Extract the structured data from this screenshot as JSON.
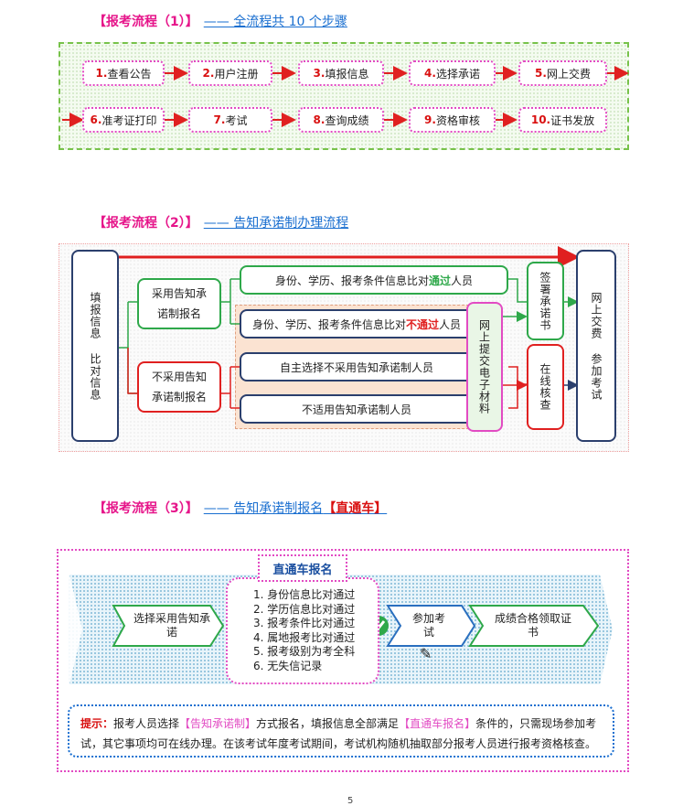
{
  "sections": [
    {
      "tag": "【报考流程（1）】",
      "link": "—— 全流程共 10 个步骤"
    },
    {
      "tag": "【报考流程（2）】",
      "link": "—— 告知承诺制办理流程"
    },
    {
      "tag": "【报考流程（3）】",
      "link": "—— 告知承诺制报名",
      "highlight": "【直通车】"
    }
  ],
  "steps": [
    {
      "num": "1.",
      "label": "查看公告"
    },
    {
      "num": "2.",
      "label": "用户注册"
    },
    {
      "num": "3.",
      "label": "填报信息"
    },
    {
      "num": "4.",
      "label": "选择承诺"
    },
    {
      "num": "5.",
      "label": "网上交费"
    },
    {
      "num": "6.",
      "label": "准考证打印"
    },
    {
      "num": "7.",
      "label": "考试"
    },
    {
      "num": "8.",
      "label": "查询成绩"
    },
    {
      "num": "9.",
      "label": "资格审核"
    },
    {
      "num": "10.",
      "label": "证书发放"
    }
  ],
  "flow2": {
    "left": "填报信息 比对信息",
    "adopt": "采用告知承诺制报名",
    "not_adopt": "不采用告知承诺制报名",
    "row1_prefix": "身份、学历、报考条件信息比对",
    "row1_key": "通过",
    "row1_suffix": "人员",
    "row2_prefix": "身份、学历、报考条件信息比对",
    "row2_key": "不通过",
    "row2_suffix": "人员",
    "row3": "自主选择不采用告知承诺制人员",
    "row4": "不适用告知承诺制人员",
    "upload": "网上提交电子材料",
    "sign": "签署承诺书",
    "online_check": "在线核查",
    "right": "网上交费 参加考试",
    "colors": {
      "pass": "#2ea84a",
      "fail": "#e02020"
    }
  },
  "flow3": {
    "badge": "直通车报名",
    "step1": "选择采用告知承诺",
    "conditions": [
      "1. 身份信息比对通过",
      "2. 学历信息比对通过",
      "3. 报考条件比对通过",
      "4. 属地报考比对通过",
      "5. 报考级别为考全科",
      "6. 无失信记录"
    ],
    "step3": "参加考试",
    "step4": "成绩合格领取证书",
    "tip_label": "提示：",
    "tip_1": "报考人员选择",
    "tip_k1": "【告知承诺制】",
    "tip_2": "方式报名，填报信息全部满足",
    "tip_k2": "【直通车报名】",
    "tip_3": "条件的，只需现场参加考试，其它事项均可在线办理。在该考试年度考试期间，考试机构随机抽取部分报考人员进行报考资格核查。"
  },
  "page_number": "5"
}
